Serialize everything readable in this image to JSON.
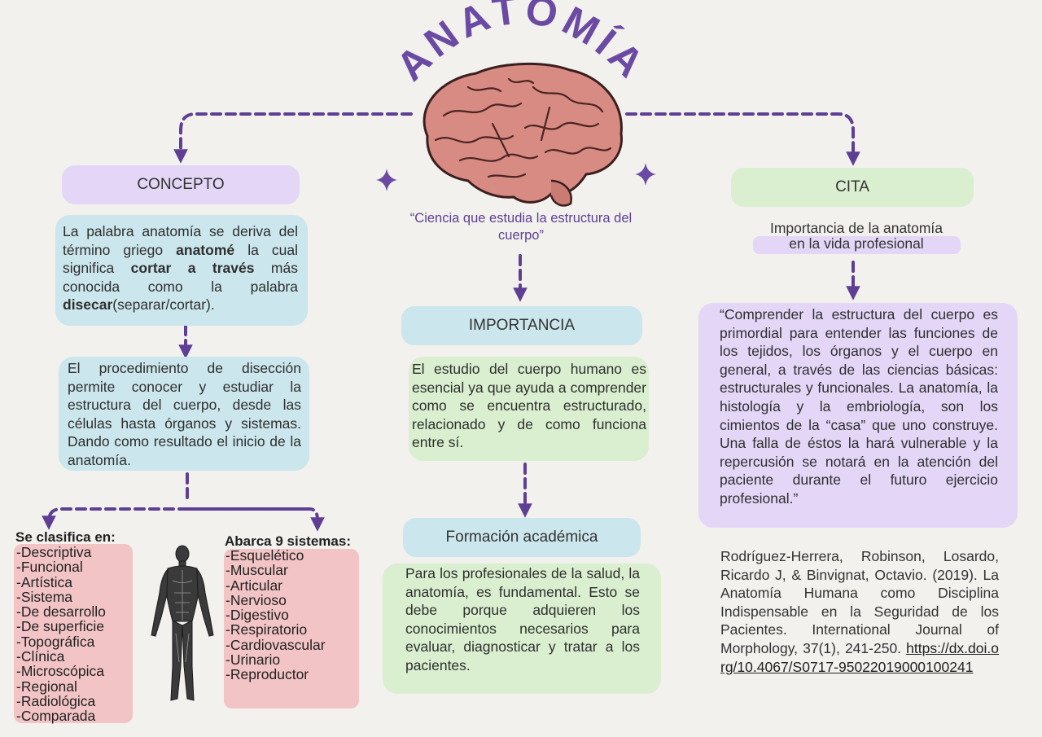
{
  "title": "ANATOMÍA",
  "definition": "“Ciencia que estudia la estructura del cuerpo”",
  "concept": {
    "header": "CONCEPTO",
    "p1_a": "La palabra anatomía se deriva del término griego ",
    "p1_b": "anatomé",
    "p1_c": " la cual significa ",
    "p1_d": "cortar a través",
    "p1_e": " más conocida como la palabra ",
    "p1_f": "disecar",
    "p1_g": "(separar/cortar).",
    "p2": "El procedimiento de disección permite conocer y estudiar la estructura del cuerpo, desde las células hasta órganos y sistemas. Dando como resultado el inicio de la anatomía.",
    "classify_header": "Se clasifica en:",
    "classify_items": [
      "-Descriptiva",
      "-Funcional",
      "-Artística",
      "-Sistema",
      "-De desarrollo",
      "-De superficie",
      "-Topográfica",
      "-Clínica",
      "-Microscópica",
      "-Regional",
      "-Radiológica",
      "-Comparada"
    ],
    "systems_header": "Abarca 9 sistemas:",
    "systems_items": [
      "-Esquelético",
      "-Muscular",
      "-Articular",
      "-Nervioso",
      "-Digestivo",
      "-Respiratorio",
      "-Cardiovascular",
      "-Urinario",
      "-Reproductor"
    ]
  },
  "importance": {
    "header": "IMPORTANCIA",
    "text": "El estudio del cuerpo humano es esencial ya que ayuda a comprender como se encuentra estructurado, relacionado y de como funciona entre sí.",
    "academic_header": "Formación académica",
    "academic_text": "Para los profesionales de la salud, la anatomía, es fundamental. Esto se debe porque adquieren los conocimientos necesarios para evaluar, diagnosticar y tratar a los pacientes."
  },
  "cita": {
    "header": "CITA",
    "subtitle_1": "Importancia de la anatomía",
    "subtitle_2": "en la vida profesional",
    "quote": "“Comprender la estructura del cuerpo es primordial para entender las funciones de los tejidos, los órganos y el cuerpo en general, a través de las ciencias básicas: estructurales y funcionales. La anatomía, la histología y la embriología, son los cimientos de la “casa” que uno construye. Una falla de éstos la hará vulnerable y la repercusión se notará en la atención del paciente durante el futuro ejercicio profesional.”",
    "reference": "Rodríguez-Herrera, Robinson, Losardo, Ricardo J, & Binvignat, Octavio. (2019). La Anatomía Humana como Disciplina Indispensable en la Seguridad de los Pacientes. International Journal of Morphology, 37(1), 241-250.",
    "link": "https://dx.doi.org/10.4067/S0717-95022019000100241"
  },
  "colors": {
    "accent": "#5e3f94",
    "purple_box": "#e3d6f7",
    "green_box": "#d9efcf",
    "blue_box": "#cbe6ec",
    "pink_box": "#f3c4c6",
    "background": "#f2f1ee"
  },
  "icons": [
    "brain-illustration",
    "human-muscle-figure-illustration",
    "sparkle-icon"
  ]
}
